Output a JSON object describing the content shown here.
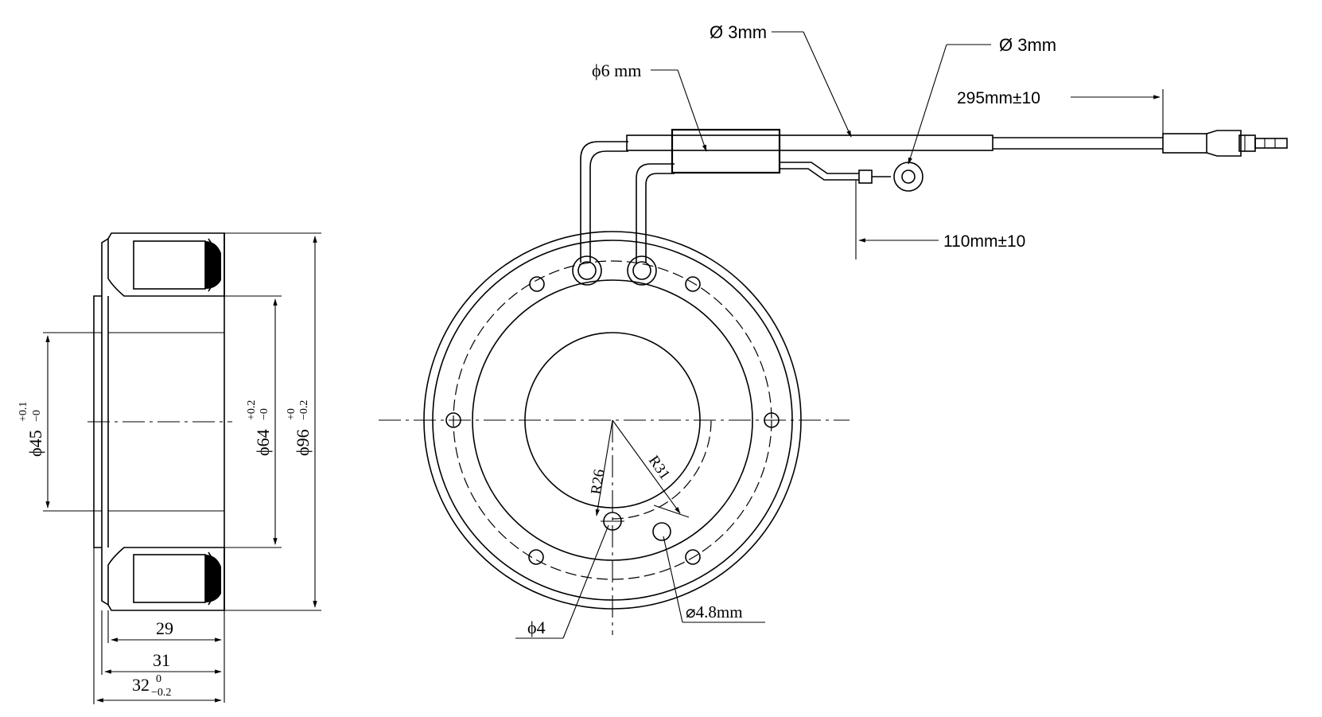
{
  "side_view": {
    "dim_bore": "ϕ45",
    "dim_bore_tol_upper": "+0.1",
    "dim_bore_tol_lower": "−0",
    "dim_inner": "ϕ64",
    "dim_inner_tol_upper": "+0.2",
    "dim_inner_tol_lower": "−0",
    "dim_outer": "ϕ96",
    "dim_outer_tol_upper": "+0",
    "dim_outer_tol_lower": "−0.2",
    "width_1": "29",
    "width_2": "31",
    "width_3": "32",
    "width_3_tol_upper": "0",
    "width_3_tol_lower": "−0.2"
  },
  "front_view": {
    "radius_small": "R26",
    "radius_large": "R31",
    "hole_small": "ϕ4",
    "hole_large": "⌀4.8mm"
  },
  "lead": {
    "sleeve_diameter": "ϕ6 mm",
    "wire_diameter": "Ø 3mm",
    "ground_wire_diameter": "Ø 3mm",
    "lead_length": "295mm±10",
    "ground_length": "110mm±10"
  }
}
